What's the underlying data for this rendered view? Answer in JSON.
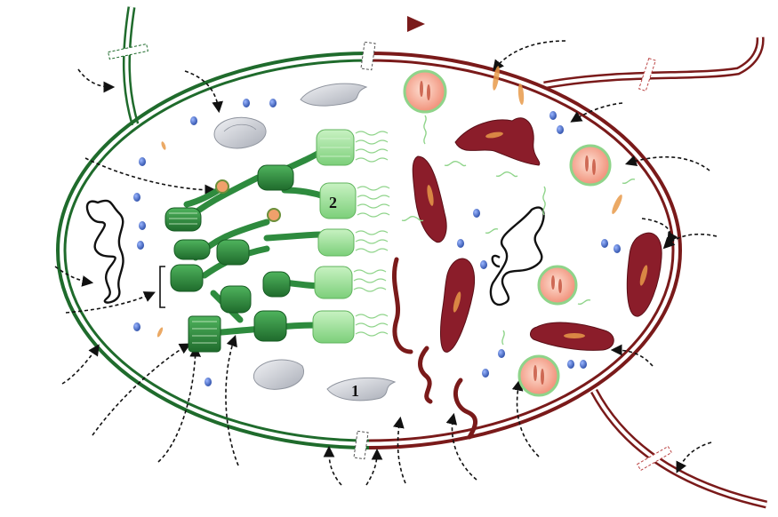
{
  "labels": {
    "label_1": "1",
    "label_2": "2"
  },
  "colors": {
    "green_membrane": "#1f6b2c",
    "red_membrane": "#7a1a1a",
    "thylakoid_dark": "#2e8b3e",
    "thylakoid_light": "#9fe09a",
    "organelle_red": "#8b1d2a",
    "starch_gray": "#c9ccd3",
    "droplet_blue": "#3b5fbf",
    "vesicle_fill": "#f3a08a",
    "vesicle_ring": "#8fd48a"
  },
  "icons": {
    "top_arrow": "dashed-arrow-green-to-red",
    "starch_grain": "starch-grain-icon",
    "lipid_droplet": "lipid-droplet-icon",
    "dna": "dna-coil-icon"
  }
}
